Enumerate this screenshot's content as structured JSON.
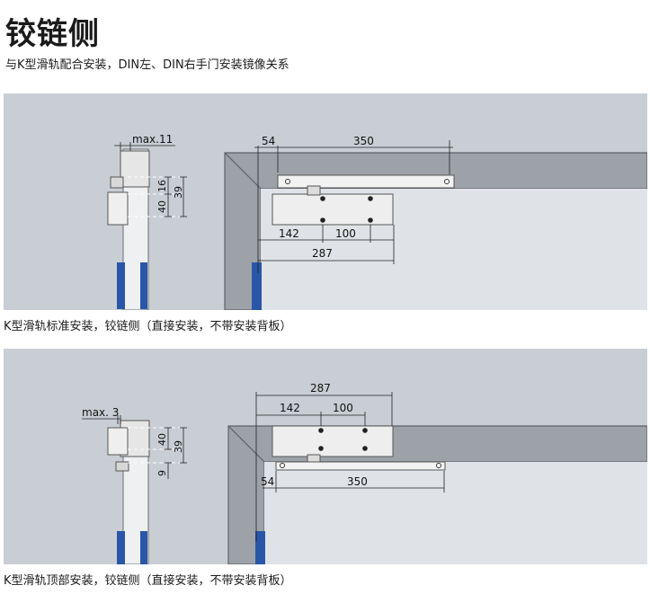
{
  "header": {
    "title": "铰链侧",
    "subtitle": "与K型滑轨配合安装，DIN左、DIN右手门安装镜像关系"
  },
  "diagram1": {
    "caption": "K型滑轨标准安装，铰链侧（直接安装，不带安装背板）",
    "dims": {
      "max": "max.11",
      "d16": "16",
      "d39": "39",
      "d40": "40",
      "d54": "54",
      "d350": "350",
      "d142": "142",
      "d100": "100",
      "d287": "287"
    }
  },
  "diagram2": {
    "caption": "K型滑轨顶部安装，铰链侧（直接安装，不带安装背板）",
    "dims": {
      "max": "max. 3",
      "d40": "40",
      "d39": "39",
      "d9": "9",
      "d287": "287",
      "d142": "142",
      "d100": "100",
      "d54": "54",
      "d350": "350"
    }
  },
  "colors": {
    "panel_bg": "#c9ced4",
    "wall": "#9da2a8",
    "frame_edge": "#5f6369",
    "door_inner": "#dfe3e7",
    "hinge_blue": "#2a56a8",
    "device": "#eeeeee"
  }
}
